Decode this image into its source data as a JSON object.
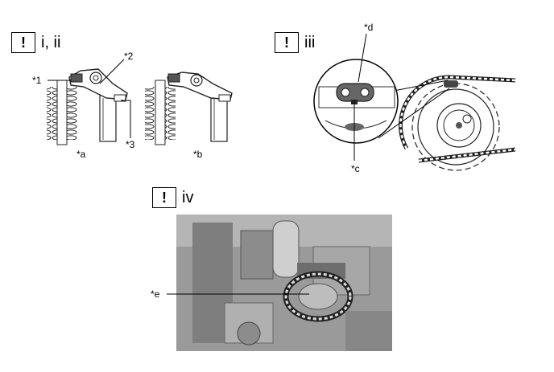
{
  "steps": [
    {
      "icon": "!",
      "label": "i, ii"
    },
    {
      "icon": "!",
      "label": "iii"
    },
    {
      "icon": "!",
      "label": "iv"
    }
  ],
  "callouts": {
    "c1": "*1",
    "c2": "*2",
    "c3": "*3",
    "ca": "*a",
    "cb": "*b",
    "cc": "*c",
    "cd": "*d",
    "ce": "*e"
  }
}
